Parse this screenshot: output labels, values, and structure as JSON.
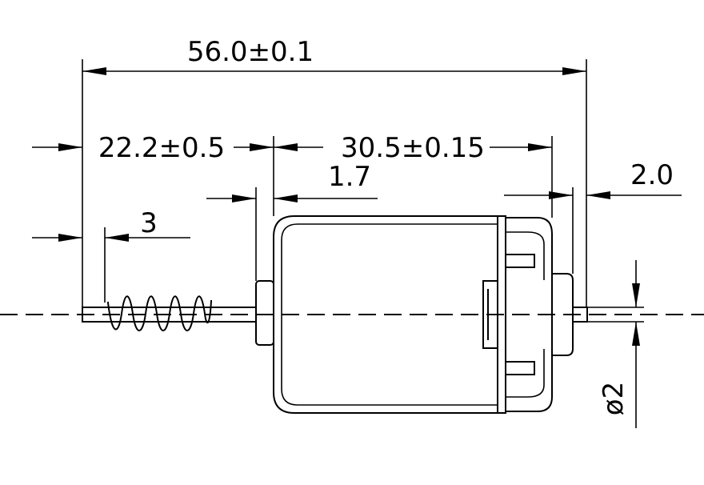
{
  "dimensions": {
    "overall_length": "56.0±0.1",
    "shaft_to_flange": "22.2±0.5",
    "body_length": "30.5±0.15",
    "flange_thickness": "1.7",
    "rear_boss_length": "2.0",
    "spring_offset": "3",
    "shaft_diameter": "ø2"
  }
}
